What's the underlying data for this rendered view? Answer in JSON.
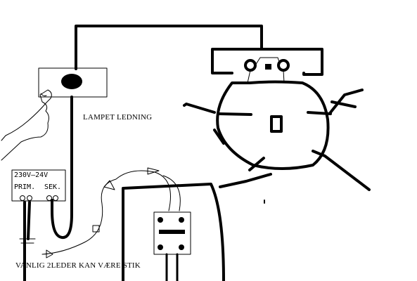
{
  "labels": {
    "lamp_cord": "LAMPET LEDNING",
    "ordinary_cord": "VANLIG 2LEDER KAN VÆRE STIK"
  },
  "transformer": {
    "voltage": "230V—24V",
    "primary": "PRIM.",
    "secondary": "SEK."
  },
  "colors": {
    "ink": "#000000",
    "background": "#ffffff"
  },
  "icons": [
    "switch-button-icon",
    "hand-icon",
    "lamp-fitting-icon",
    "wall-socket-icon",
    "arrow-icon"
  ]
}
